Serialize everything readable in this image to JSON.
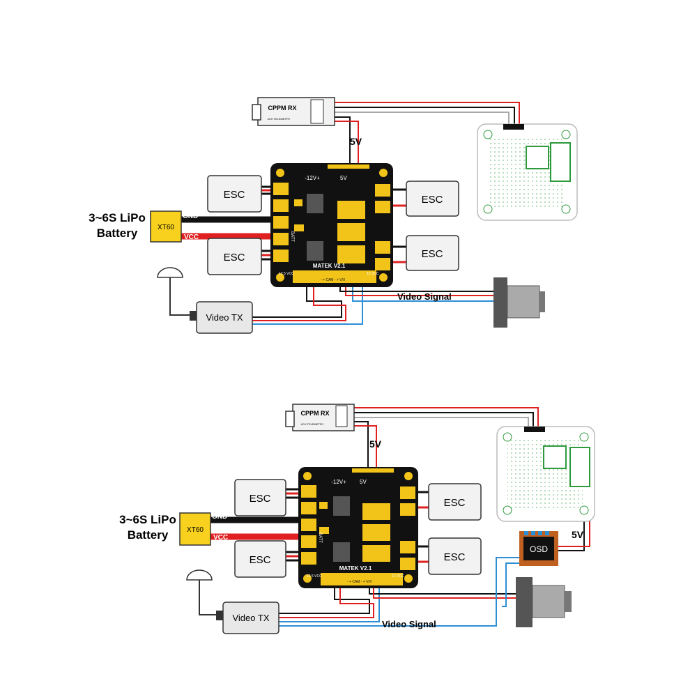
{
  "colors": {
    "pcb": "#111111",
    "pad": "#f2c318",
    "wire_red": "#e02020",
    "wire_black": "#111111",
    "wire_blue": "#2c8fd6",
    "esc_fill": "#f2f2f2",
    "xt60": "#f7d11e",
    "fc_board": "#ffffff",
    "fc_traces": "#2e9a3c"
  },
  "diagrams": [
    {
      "rx_title": "CPPM RX",
      "rx_sub": "4CH TELEMETRY",
      "five_v": "5V",
      "esc_labels": [
        "ESC",
        "ESC",
        "ESC",
        "ESC"
      ],
      "xt60": "XT60",
      "battery_line1": "3~6S LiPo",
      "battery_line2": "Battery",
      "gnd": "GND",
      "vcc": "VCC",
      "video_tx": "Video TX",
      "video_signal": "Video Signal",
      "pdb_12v": "-12V+",
      "pdb_5v": "5V",
      "pdb_name": "MATEK V2.1",
      "pdb_batt": "BATT",
      "pdb_bottom_left": "12  5 VCC",
      "pdb_bottom_mid": "- + CAM - + V/X",
      "pdb_bottom_right": "12 VCC"
    },
    {
      "rx_title": "CPPM RX",
      "rx_sub": "4CH TELEMETRY",
      "five_v": "5V",
      "five_v_osd": "5V",
      "osd": "OSD",
      "esc_labels": [
        "ESC",
        "ESC",
        "ESC",
        "ESC"
      ],
      "xt60": "XT60",
      "battery_line1": "3~6S LiPo",
      "battery_line2": "Battery",
      "gnd": "GND",
      "vcc": "VCC",
      "video_tx": "Video TX",
      "video_signal": "Video Signal",
      "pdb_12v": "-12V+",
      "pdb_5v": "5V",
      "pdb_name": "MATEK V2.1",
      "pdb_batt": "BATT",
      "pdb_bottom_left": "12  5 VCC",
      "pdb_bottom_mid": "- + CAM - + V/X",
      "pdb_bottom_right": "12 VCC"
    }
  ]
}
